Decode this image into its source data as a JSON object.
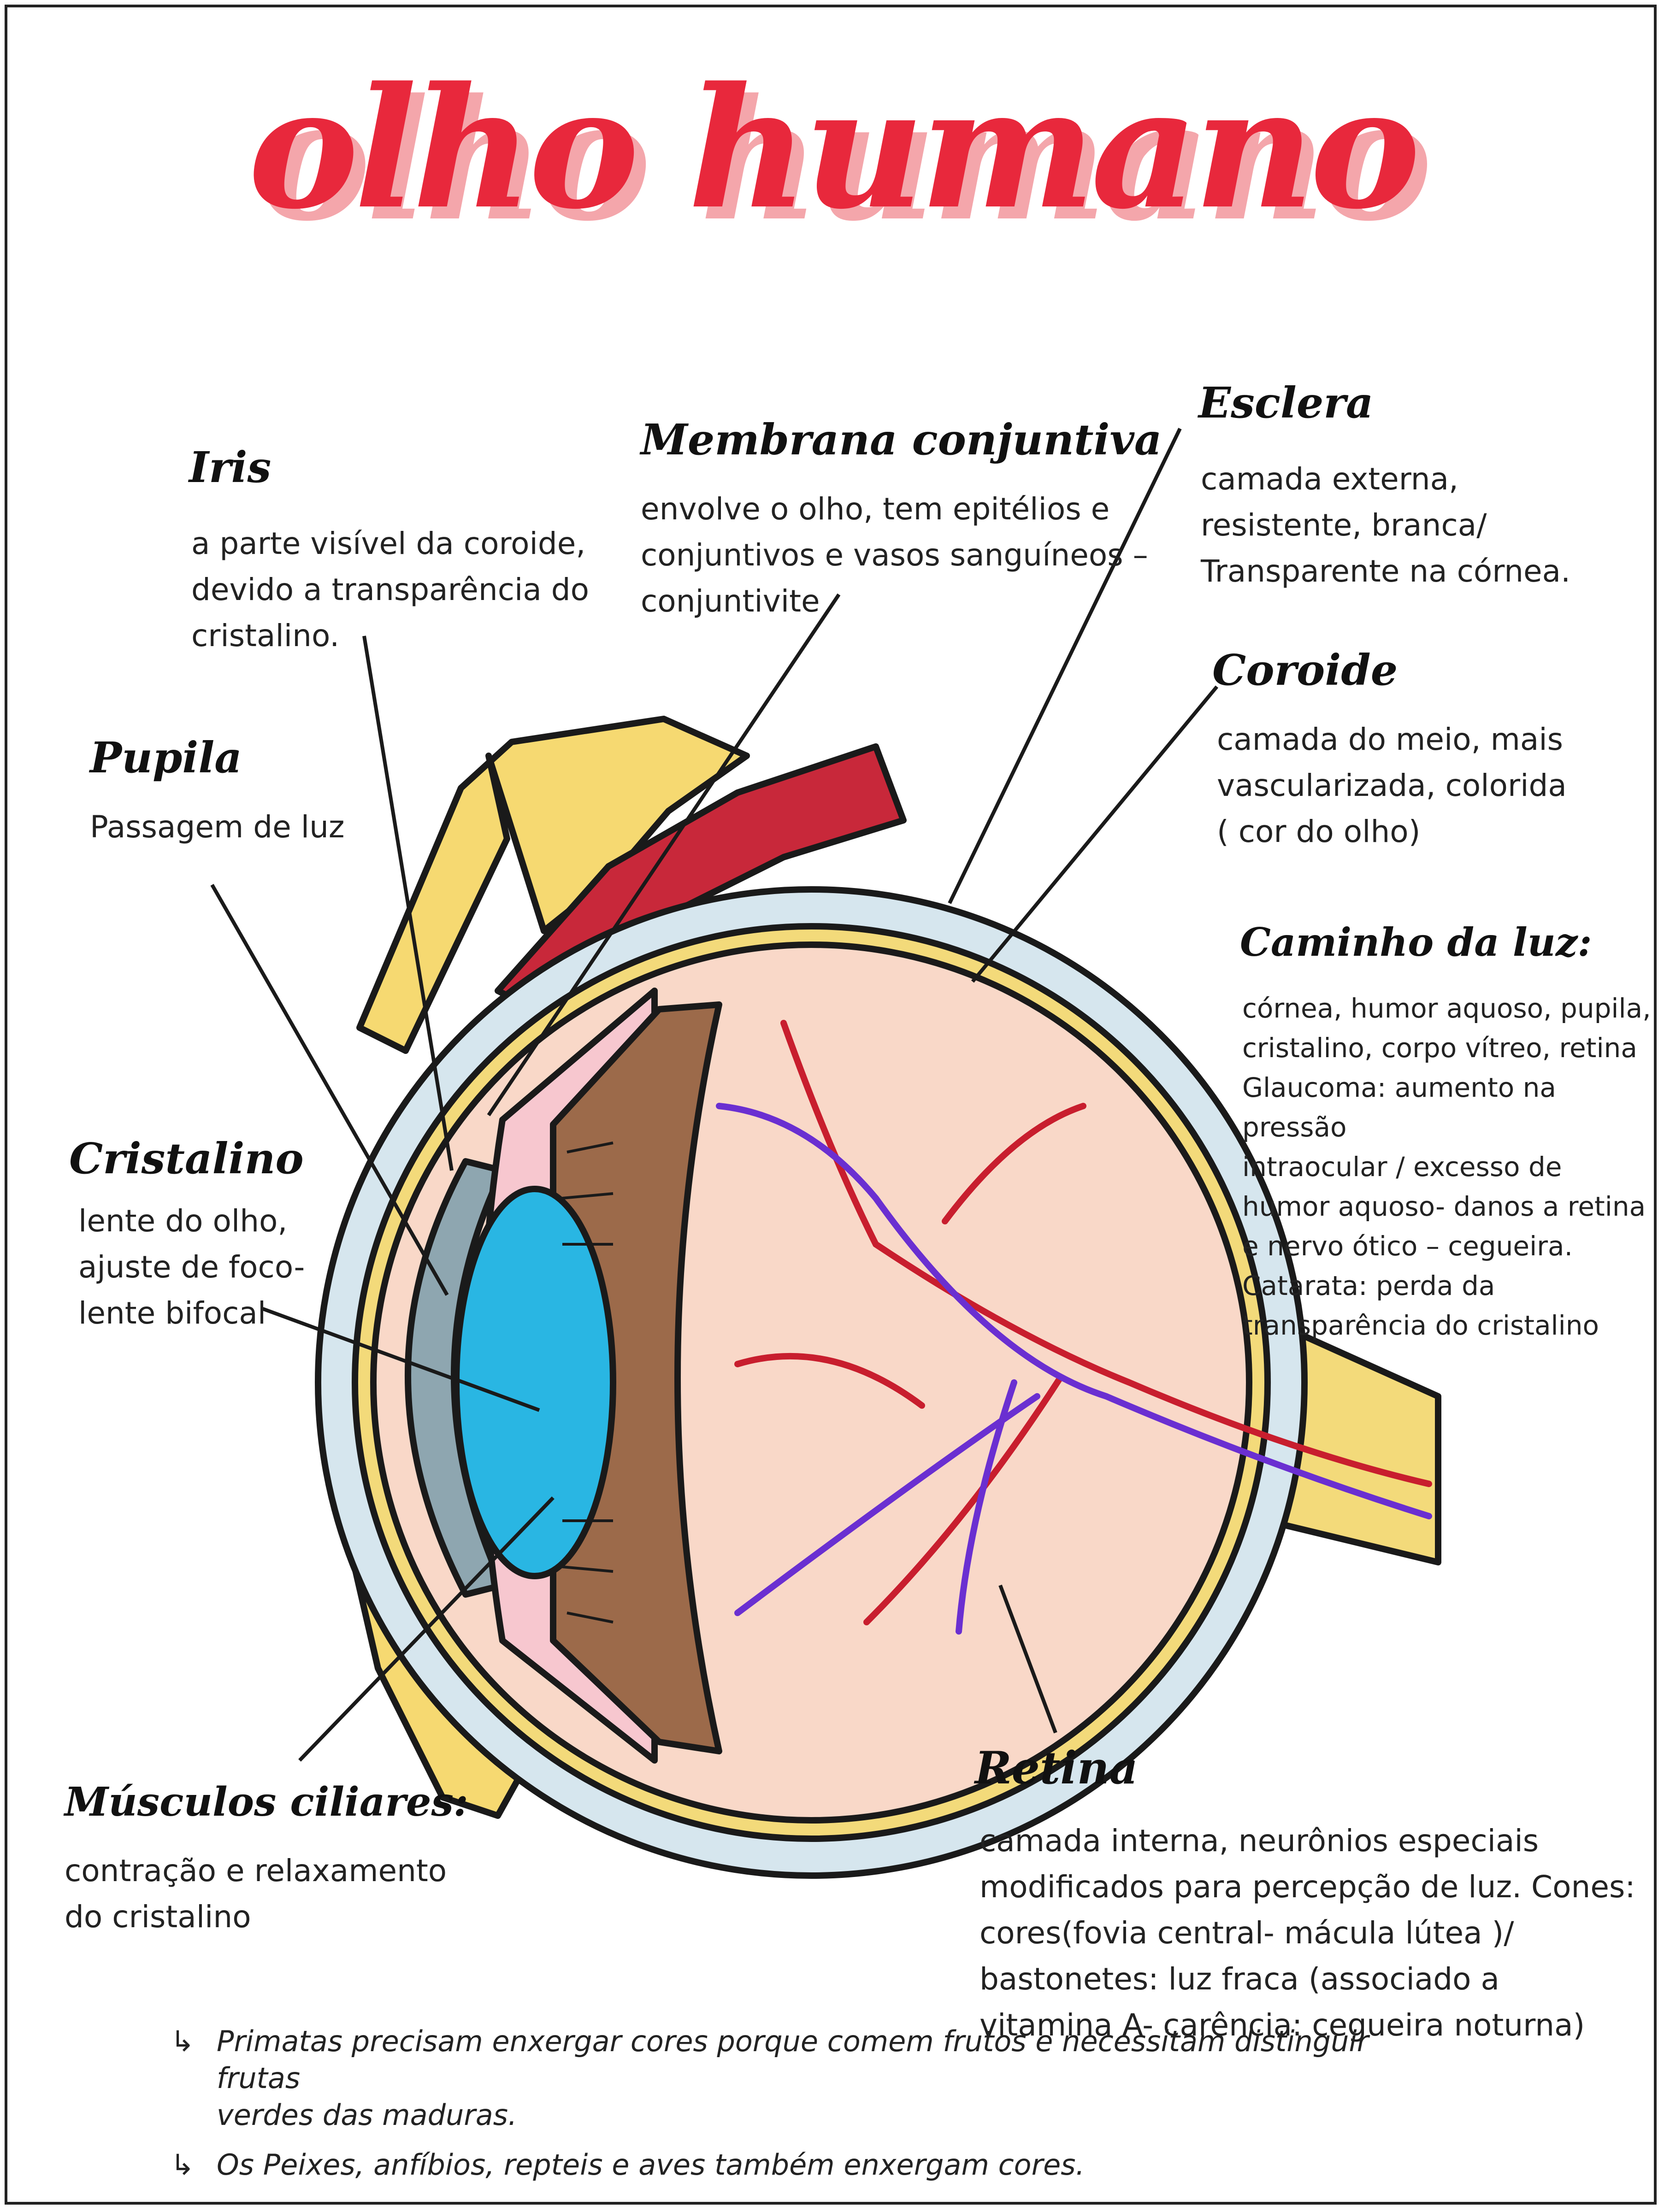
{
  "title": "olho humano",
  "colors": {
    "title": "#e8283c",
    "title_shadow": "#f4a6ab",
    "sclera": "#d6e6ee",
    "choroid": "#f3da7a",
    "retina": "#f9d8c8",
    "lens": "#29b6e3",
    "muscle": "#c8283a",
    "bone": "#f6d971",
    "ciliary": "#9c6a4a",
    "artery": "#c81e2e",
    "vein": "#6a2fd1"
  },
  "labels": {
    "iris": {
      "heading": "Iris",
      "text": "a parte visível da coroide,\ndevido a transparência do\ncristalino."
    },
    "membrana": {
      "heading": "Membrana conjuntiva",
      "text": "envolve o olho, tem epitélios e\nconjuntivos e vasos sanguíneos –\nconjuntivite"
    },
    "esclera": {
      "heading": "Esclera",
      "text": "camada externa,\nresistente, branca/\nTransparente na córnea."
    },
    "coroide": {
      "heading": "Coroide",
      "text": "camada do meio, mais\nvascularizada, colorida\n( cor do olho)"
    },
    "pupila": {
      "heading": "Pupila",
      "text": "Passagem de luz"
    },
    "caminho": {
      "heading": "Caminho da luz:",
      "text": "córnea, humor aquoso, pupila,\ncristalino, corpo vítreo, retina\nGlaucoma: aumento na pressão\nintraocular / excesso de\nhumor aquoso- danos a retina\ne nervo ótico – cegueira.\nCatarata: perda da\ntransparência do cristalino"
    },
    "cristalino": {
      "heading": "Cristalino",
      "text": "lente do olho,\najuste de foco-\nlente bifocal"
    },
    "musculos": {
      "heading": "Músculos ciliares:",
      "text": "contração e relaxamento\ndo cristalino"
    },
    "retina": {
      "heading": "Retina",
      "text": "camada interna, neurônios especiais\nmodificados para percepção de luz. Cones:\ncores(fovia central- mácula lútea )/\nbastonetes: luz fraca (associado a\nvitamina A- carência: cegueira noturna)"
    }
  },
  "notes": [
    {
      "icon": "curved-arrow-icon",
      "text": "Primatas precisam enxergar cores porque comem frutos e necessitam distinguir frutas\nverdes das maduras."
    },
    {
      "icon": "curved-arrow-icon",
      "text": "Os Peixes, anfíbios, repteis e aves também enxergam cores."
    }
  ]
}
